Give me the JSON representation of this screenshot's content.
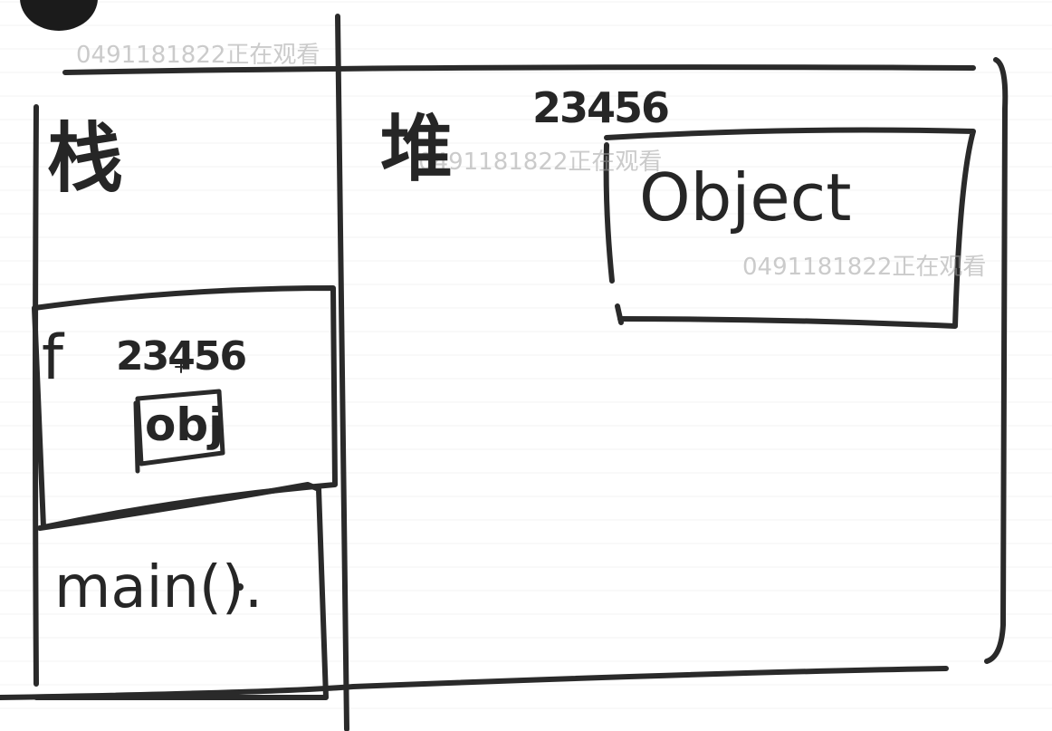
{
  "watermark": "0491181822正在观看",
  "stack": {
    "title": "栈",
    "frame_f": {
      "label": "f",
      "address": "23456",
      "var": "obj"
    },
    "frame_main": {
      "label": "main()."
    }
  },
  "heap": {
    "title": "堆",
    "address": "23456",
    "object_label": "Object"
  },
  "colors": {
    "ink": "#2a2a2a",
    "background": "#ffffff",
    "watermark": "#a0a0a0"
  }
}
